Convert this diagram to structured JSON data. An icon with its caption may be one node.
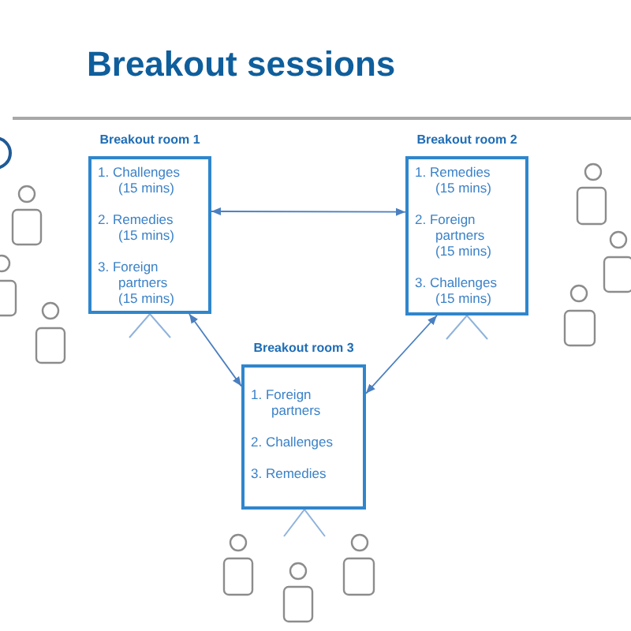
{
  "diagram": {
    "title": "Breakout sessions",
    "nodes": [
      {
        "text": [
          "Breakout room 1",
          "1. Challenges (15 mins)",
          "2. Remedies (15 mins)",
          "3. Foreign partners (15 mins)"
        ]
      },
      {
        "text": [
          "Breakout room 2",
          "1. Remedies (15 mins)",
          "2. Foreign partners (15 mins)",
          "3. Challenges (15 mins)"
        ]
      },
      {
        "text": [
          "Breakout room 3",
          "1. Foreign partners",
          "2. Challenges",
          "3. Remedies"
        ]
      }
    ],
    "edges": [
      {
        "from": 0,
        "to": 1,
        "arrow": "both"
      },
      {
        "from": 0,
        "to": 2,
        "arrow": "both"
      },
      {
        "from": 1,
        "to": 2,
        "arrow": "both"
      }
    ]
  }
}
